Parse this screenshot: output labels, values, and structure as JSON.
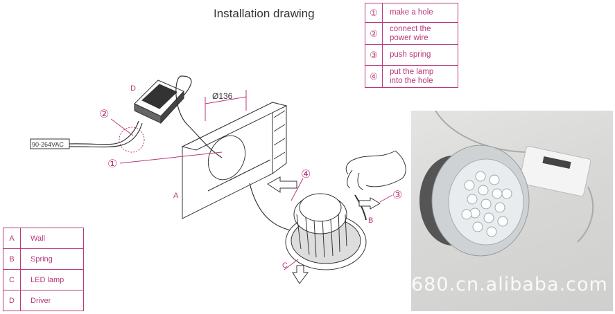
{
  "title": "Installation drawing",
  "steps": [
    {
      "num": "①",
      "text_lines": [
        "make a hole"
      ]
    },
    {
      "num": "②",
      "text_lines": [
        "connect  the",
        "power wire"
      ]
    },
    {
      "num": "③",
      "text_lines": [
        "push spring"
      ]
    },
    {
      "num": "④",
      "text_lines": [
        "put the lamp",
        "into the hole"
      ]
    }
  ],
  "legend": [
    {
      "key": "A",
      "label": "Wall"
    },
    {
      "key": "B",
      "label": "Spring"
    },
    {
      "key": "C",
      "label": "LED lamp"
    },
    {
      "key": "D",
      "label": "Driver"
    }
  ],
  "callouts": {
    "hole": "①",
    "wire": "②",
    "spring": "③",
    "insert": "④",
    "wall": "A",
    "spring_part": "B",
    "lamp_part": "C",
    "driver_part": "D",
    "diameter": "Ø136",
    "voltage": "90-264VAC"
  },
  "watermark": "680.cn.alibaba.com",
  "colors": {
    "accent": "#b8387a",
    "line": "#333333"
  }
}
